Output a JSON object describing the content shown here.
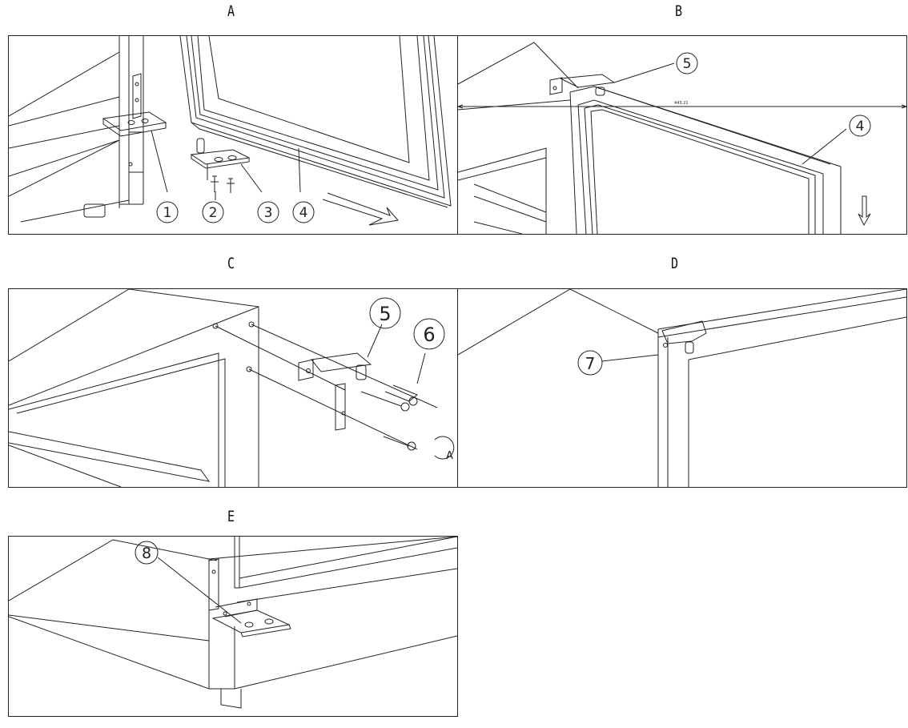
{
  "panels": [
    {
      "label": "A",
      "callouts": [
        "1",
        "2",
        "3",
        "4"
      ]
    },
    {
      "label": "B",
      "callouts": [
        "5",
        "4"
      ],
      "dimension_text": "443.21"
    },
    {
      "label": "C",
      "callouts": [
        "5",
        "6"
      ],
      "annotation": "A"
    },
    {
      "label": "D",
      "callouts": [
        "7"
      ]
    },
    {
      "label": "E",
      "callouts": [
        "8"
      ]
    }
  ],
  "colors": {
    "line": "#222222",
    "background": "#ffffff"
  }
}
